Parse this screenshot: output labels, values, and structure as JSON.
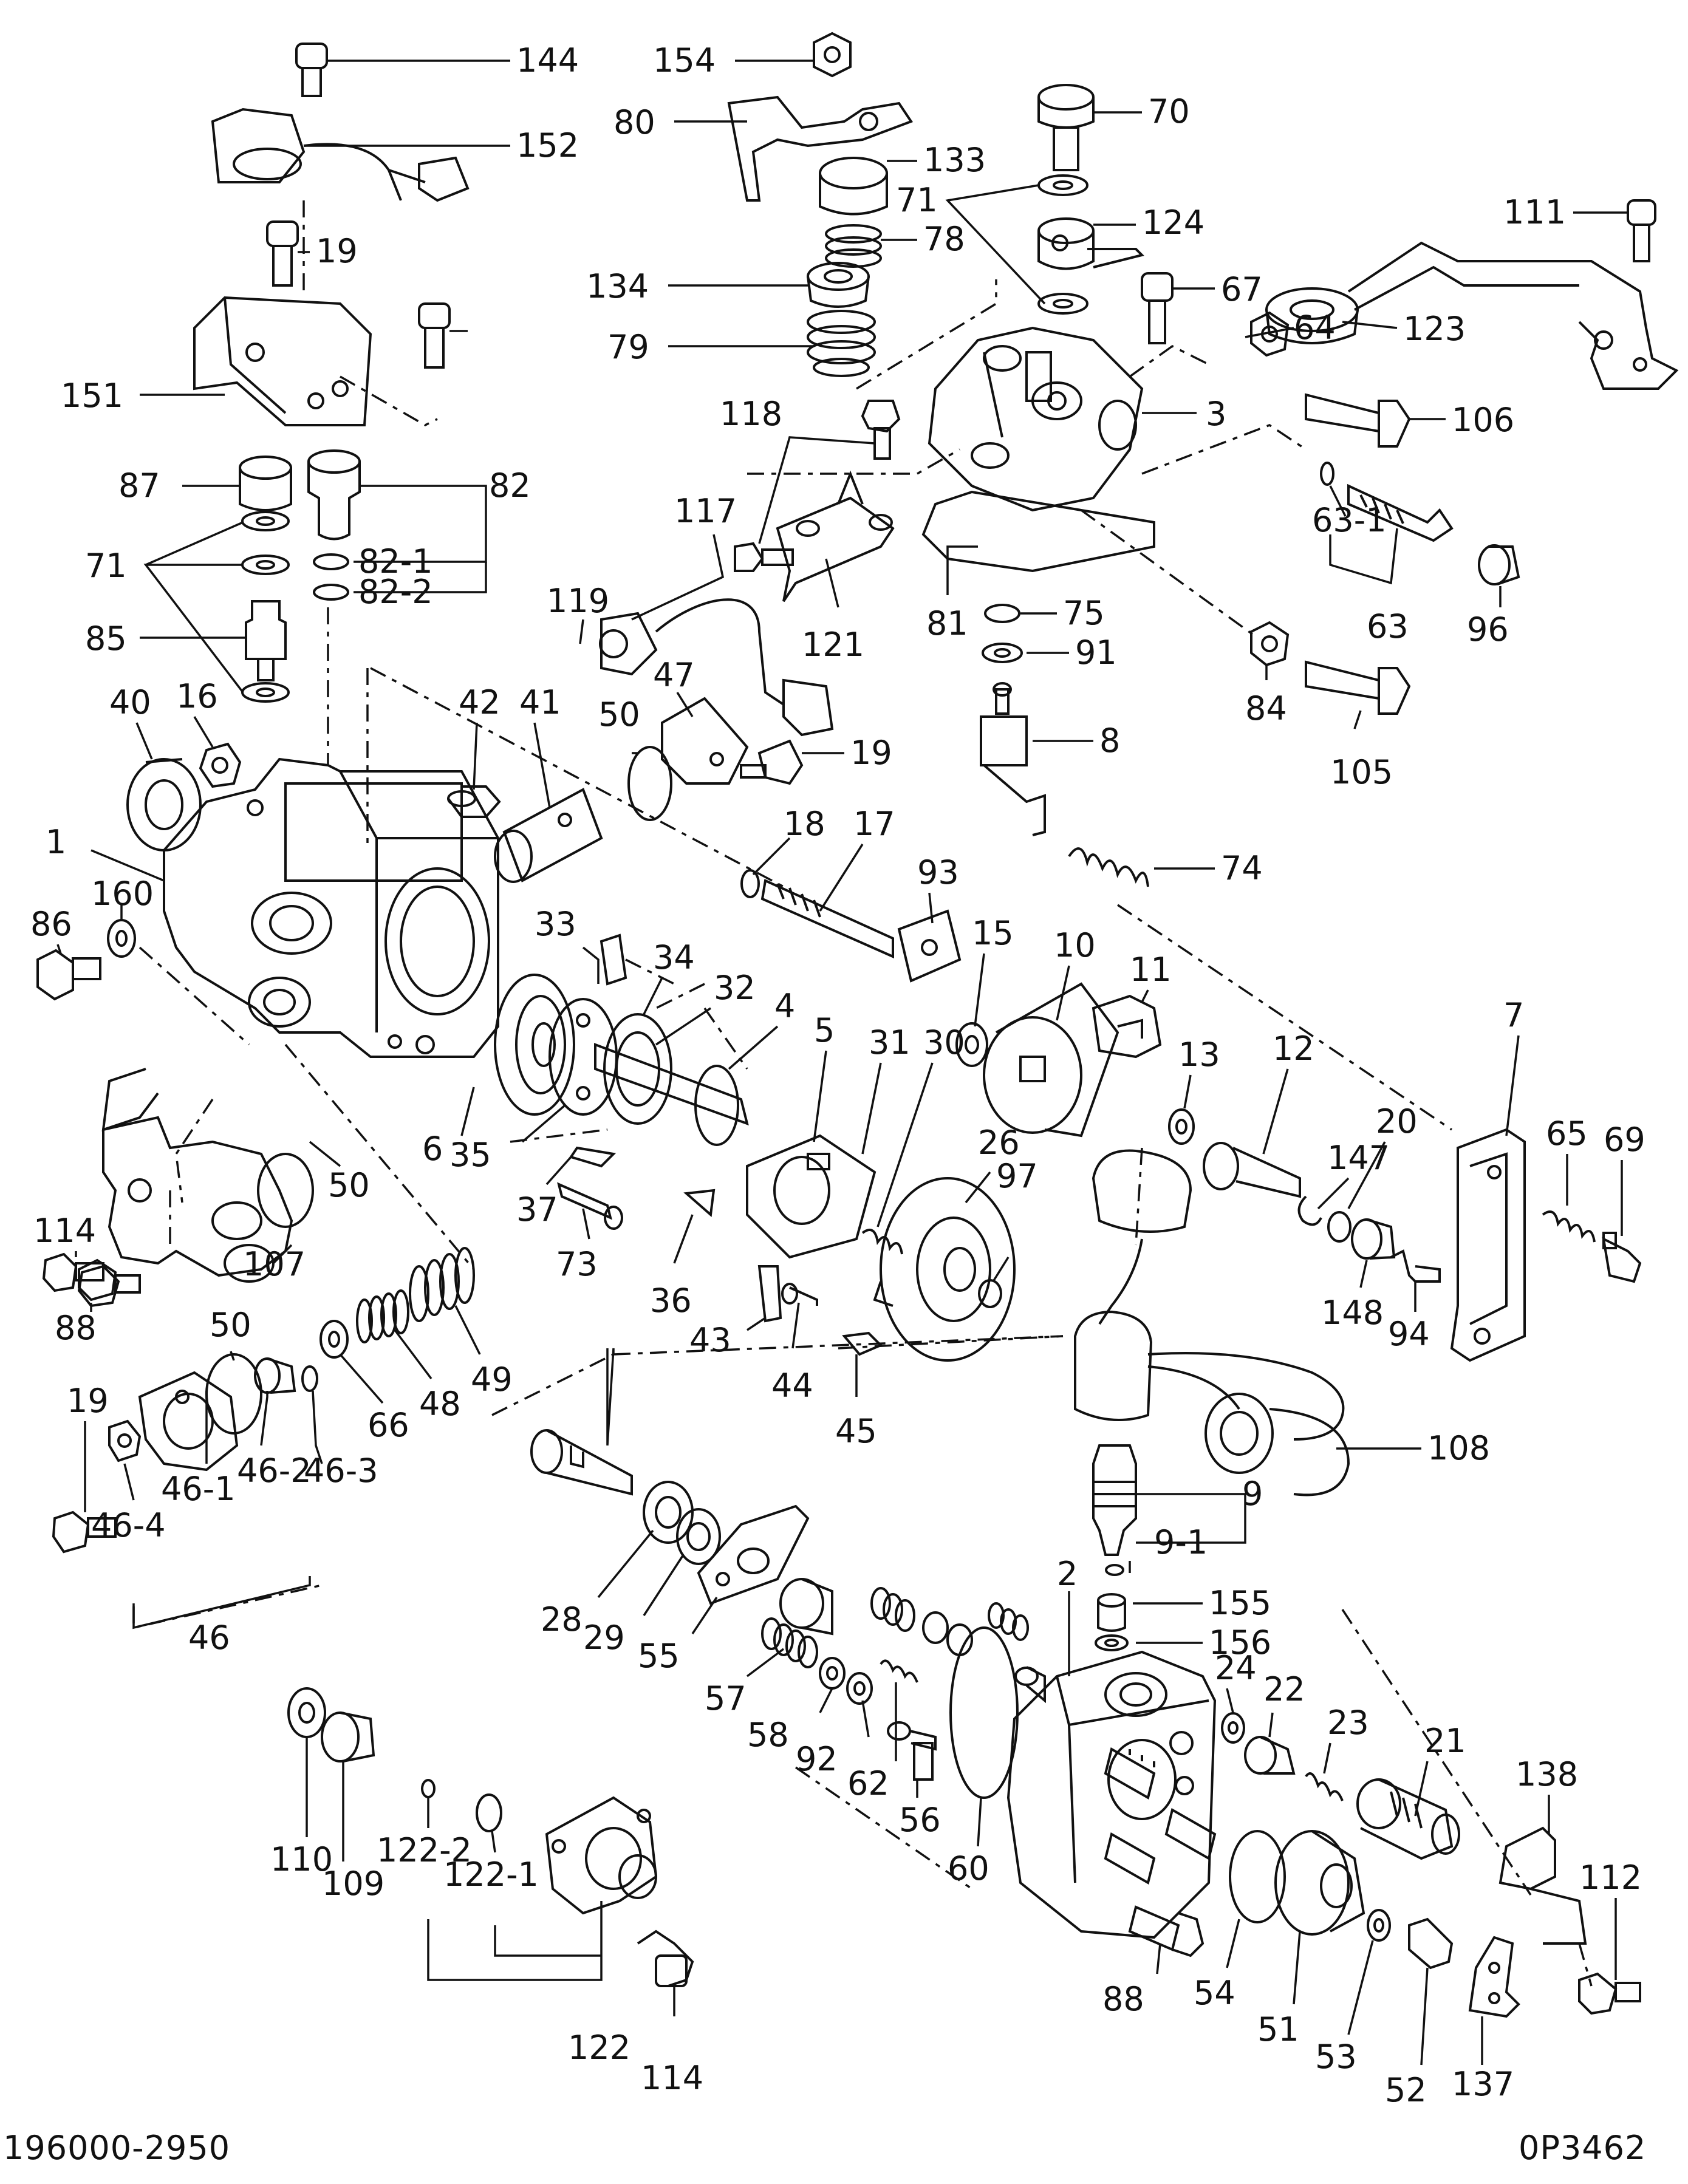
{
  "footer": {
    "left_code": "196000-2950",
    "right_code": "0P3462"
  },
  "labels": [
    "144",
    "152",
    "154",
    "80",
    "133",
    "78",
    "134",
    "79",
    "70",
    "71",
    "124",
    "67",
    "111",
    "123",
    "19",
    "151",
    "87",
    "82",
    "82-1",
    "82-2",
    "71",
    "85",
    "16",
    "40",
    "118",
    "117",
    "121",
    "64",
    "106",
    "3",
    "81",
    "75",
    "91",
    "84",
    "105",
    "63-1",
    "63",
    "96",
    "119",
    "42",
    "41",
    "47",
    "50",
    "19",
    "8",
    "18",
    "17",
    "93",
    "15",
    "10",
    "74",
    "1",
    "86",
    "160",
    "33",
    "34",
    "32",
    "4",
    "5",
    "31",
    "30",
    "26",
    "11",
    "13",
    "12",
    "147",
    "20",
    "7",
    "65",
    "69",
    "114",
    "50",
    "6",
    "35",
    "37",
    "73",
    "36",
    "43",
    "44",
    "45",
    "97",
    "148",
    "94",
    "107",
    "88",
    "50",
    "19",
    "66",
    "48",
    "49",
    "46-2",
    "46-3",
    "46-1",
    "46-4",
    "46",
    "108",
    "9",
    "9-1",
    "2",
    "155",
    "156",
    "28",
    "29",
    "55",
    "57",
    "58",
    "92",
    "62",
    "56",
    "60",
    "24",
    "22",
    "23",
    "21",
    "138",
    "112",
    "110",
    "109",
    "122-2",
    "122-1",
    "122",
    "114",
    "88",
    "54",
    "51",
    "53",
    "52",
    "137"
  ]
}
